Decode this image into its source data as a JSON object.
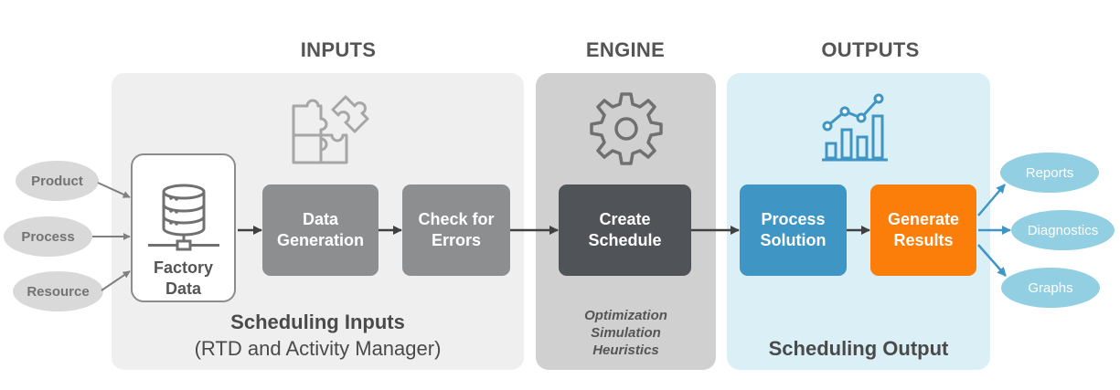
{
  "headers": {
    "inputs": "INPUTS",
    "engine": "ENGINE",
    "outputs": "OUTPUTS"
  },
  "inputs_panel": {
    "title": "Scheduling Inputs",
    "subtitle": "(RTD and Activity Manager)"
  },
  "engine_panel": {
    "methods": [
      "Optimization",
      "Simulation",
      "Heuristics"
    ]
  },
  "outputs_panel": {
    "title": "Scheduling Output"
  },
  "sources": [
    "Product",
    "Process",
    "Resource"
  ],
  "factory_data": {
    "label": "Factory\nData"
  },
  "steps": {
    "data_generation": "Data\nGeneration",
    "check_errors": "Check for\nErrors",
    "create_schedule": "Create\nSchedule",
    "process_solution": "Process\nSolution",
    "generate_results": "Generate\nResults"
  },
  "results": [
    "Reports",
    "Diagnostics",
    "Graphs"
  ],
  "colors": {
    "inputs_panel": "#efefef",
    "engine_panel": "#d0d0d0",
    "outputs_panel": "#dbf0f6",
    "input_step": "#8c8e90",
    "engine_step": "#505358",
    "process_solution": "#3f96c4",
    "generate_results": "#fb7d0a",
    "result_oval": "#92cfe2",
    "source_oval": "#d9d9d9"
  },
  "icons": [
    "puzzle-icon",
    "gear-icon",
    "bar-chart-icon",
    "database-icon"
  ]
}
